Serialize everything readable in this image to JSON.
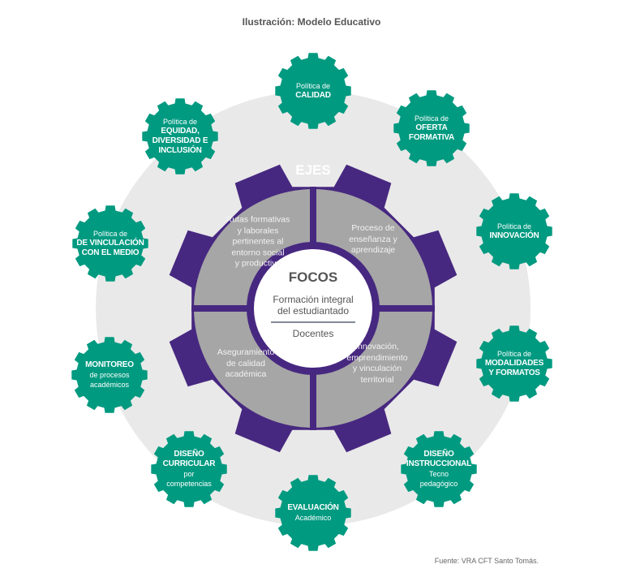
{
  "title": "Ilustración: Modelo Educativo",
  "source": "Fuente: VRA CFT Santo Tomás.",
  "colors": {
    "teal": "#009a80",
    "purple": "#472880",
    "gray": "#a6a6a6",
    "background_circle": "#e9e9e9"
  },
  "ejes": {
    "label": "EJES",
    "quadrants": [
      "Rutas formativas\ny laborales\npertinentes al\nentorno social\ny productivo",
      "Proceso de\nenseñanza y\naprendizaje",
      "Aseguramiento\nde calidad\nacadémica",
      "Innovación,\nemprendimiento\ny vinculación\nterritorial"
    ]
  },
  "focos": {
    "label": "FOCOS",
    "line1": "Formación integral\ndel estudiantado",
    "line2": "Docentes"
  },
  "gears": [
    {
      "id": "calidad",
      "lines": [
        {
          "t": "Política de",
          "b": false
        },
        {
          "t": "CALIDAD",
          "b": true
        }
      ]
    },
    {
      "id": "equidad",
      "lines": [
        {
          "t": "Política de",
          "b": false
        },
        {
          "t": "EQUIDAD,",
          "b": true
        },
        {
          "t": "DIVERSIDAD E",
          "b": true
        },
        {
          "t": "INCLUSIÓN",
          "b": true
        }
      ]
    },
    {
      "id": "oferta",
      "lines": [
        {
          "t": "Política de",
          "b": false
        },
        {
          "t": "OFERTA",
          "b": true
        },
        {
          "t": "FORMATIVA",
          "b": true
        }
      ]
    },
    {
      "id": "vinculacion",
      "lines": [
        {
          "t": "Política de",
          "b": false
        },
        {
          "t": "DE VINCULACIÓN",
          "b": true
        },
        {
          "t": "CON EL MEDIO",
          "b": true
        }
      ]
    },
    {
      "id": "innovacion",
      "lines": [
        {
          "t": "Política de",
          "b": false
        },
        {
          "t": "INNOVACIÓN",
          "b": true
        }
      ]
    },
    {
      "id": "monitoreo",
      "lines": [
        {
          "t": "MONITOREO",
          "b": true
        },
        {
          "t": "de procesos",
          "b": false
        },
        {
          "t": "académicos",
          "b": false
        }
      ]
    },
    {
      "id": "modalidades",
      "lines": [
        {
          "t": "Política de",
          "b": false
        },
        {
          "t": "MODALIDADES",
          "b": true
        },
        {
          "t": "Y FORMATOS",
          "b": true
        }
      ]
    },
    {
      "id": "diseno-curricular",
      "lines": [
        {
          "t": "DISEÑO",
          "b": true
        },
        {
          "t": "CURRICULAR",
          "b": true
        },
        {
          "t": "por",
          "b": false
        },
        {
          "t": "competencias",
          "b": false
        }
      ]
    },
    {
      "id": "diseno-instruccional",
      "lines": [
        {
          "t": "DISEÑO",
          "b": true
        },
        {
          "t": "INSTRUCCIONAL",
          "b": true
        },
        {
          "t": "Tecno",
          "b": false
        },
        {
          "t": "pedagógico",
          "b": false
        }
      ]
    },
    {
      "id": "evaluacion",
      "lines": [
        {
          "t": "EVALUACIÓN",
          "b": true
        },
        {
          "t": "Académico",
          "b": false
        }
      ]
    }
  ]
}
